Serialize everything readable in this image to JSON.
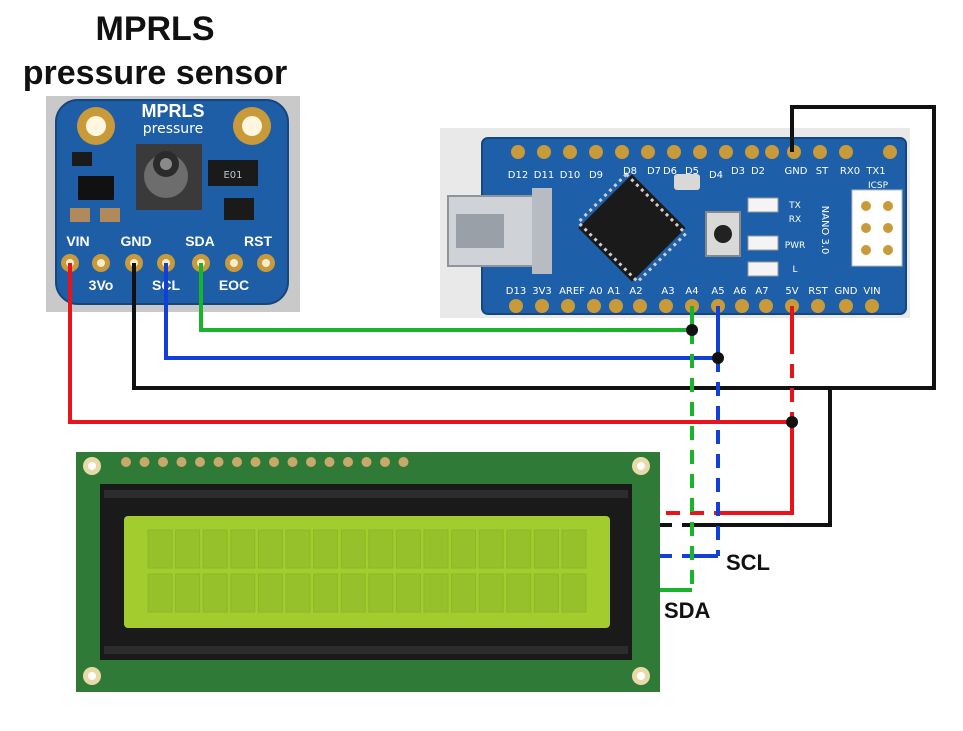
{
  "sensor": {
    "title_line1": "MPRLS",
    "title_line2": "pressure sensor",
    "board_text_1": "MPRLS",
    "board_text_2": "pressure",
    "chip_text": "E01",
    "pins": [
      "VIN",
      "3Vo",
      "GND",
      "SCL",
      "SDA",
      "EOC",
      "RST"
    ]
  },
  "nano": {
    "top_pins": [
      "D12",
      "D11",
      "D10",
      "D9",
      "D8",
      "D7",
      "D6",
      "D5",
      "D4",
      "D3",
      "D2",
      "GND",
      "ST",
      "RX0",
      "TX1"
    ],
    "bottom_pins": [
      "D13",
      "3V3",
      "AREF",
      "A0",
      "A1",
      "A2",
      "A3",
      "A4",
      "A5",
      "A6",
      "A7",
      "5V",
      "RST",
      "GND",
      "VIN"
    ],
    "led_labels": [
      "TX",
      "RX",
      "PWR",
      "L"
    ],
    "model_text": "NANO 3.0",
    "icsp_text": "ICSP"
  },
  "wire_labels": {
    "scl": "SCL",
    "sda": "SDA"
  },
  "colors": {
    "vcc": "#e8131b",
    "gnd": "#111111",
    "scl": "#1240d6",
    "sda": "#18b42a",
    "pcb_blue": "#1d5fa8",
    "lcd_green": "#2e7a36",
    "lcd_screen": "#a3cc2e"
  }
}
